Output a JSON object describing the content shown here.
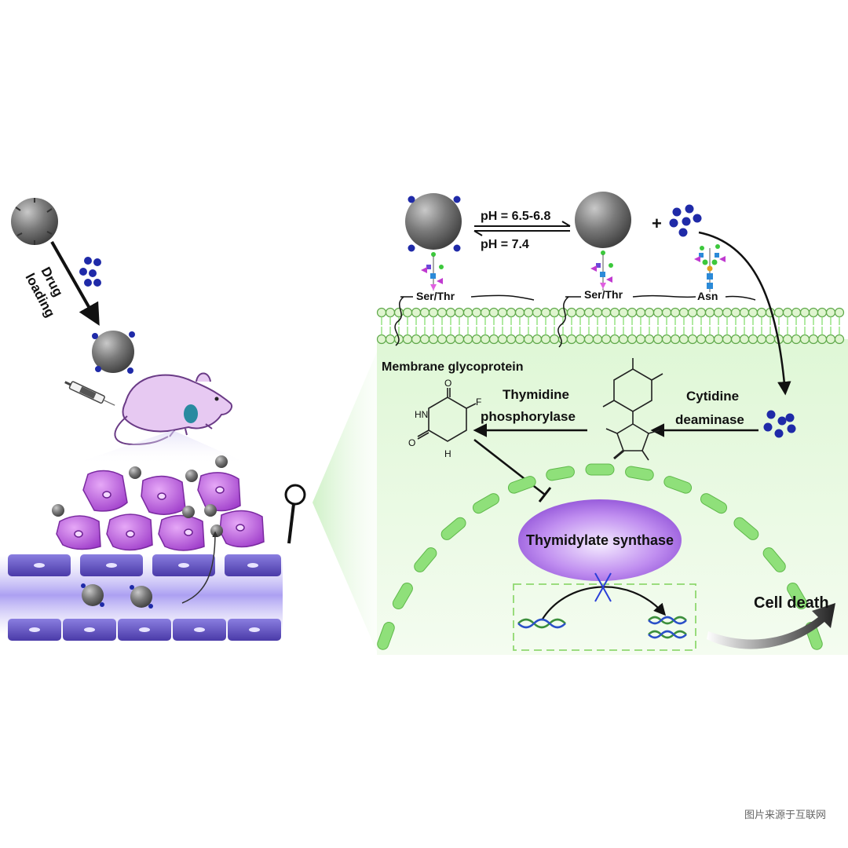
{
  "left_panel": {
    "drug_loading_line1": "Drug",
    "drug_loading_line2": "loading"
  },
  "right_panel": {
    "ph_forward": "pH = 6.5-6.8",
    "ph_reverse": "pH = 7.4",
    "plus_sign": "+",
    "glycan_site_1": "Ser/Thr",
    "glycan_site_2": "Ser/Thr",
    "glycan_site_3": "Asn",
    "membrane_label": "Membrane glycoprotein",
    "enzyme_1_line1": "Cytidine",
    "enzyme_1_line2": "deaminase",
    "enzyme_2_line1": "Thymidine",
    "enzyme_2_line2": "phosphorylase",
    "target_enzyme": "Thymidylate synthase",
    "outcome": "Cell death",
    "chem_uracil": {
      "o_top": "O",
      "nh_left": "HN",
      "f": "F",
      "o_bottom": "O",
      "nh_bottom": "H"
    }
  },
  "watermark": "图片来源于互联网",
  "colors": {
    "nanoparticle": "#6f6f6f",
    "drug_dot": "#1f2aa8",
    "tumor_cell": "#b84fd9",
    "endothelium": "#6c5fc8",
    "membrane_lipid": "#8fe07a",
    "cytoplasm": "#ecfbe5",
    "enzyme_fill": "#a25fe0"
  }
}
